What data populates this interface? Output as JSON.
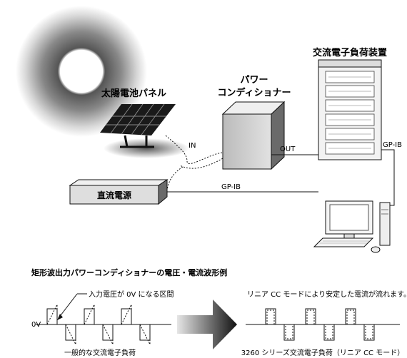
{
  "labels": {
    "solar_panel": "太陽電池パネル",
    "power_conditioner_line1": "パワー",
    "power_conditioner_line2": "コンディショナー",
    "electronic_load": "交流電子負荷装置",
    "dc_supply": "直流電源",
    "in": "IN",
    "out": "OUT",
    "gpib_right": "GP-IB",
    "gpib_bottom": "GP-IB"
  },
  "waveform": {
    "section_title": "矩形波出力パワーコンディショナーの電圧・電流波形例",
    "annotation_left": "入力電圧が 0V になる区間",
    "annotation_right": "リニア CC モードにより安定した電流が流れます。",
    "zero_label": "0V",
    "caption_left": "一般的な交流電子負荷",
    "caption_right": "3260 シリーズ交流電子負荷（リニア CC モード）"
  },
  "colors": {
    "line": "#111111",
    "sun_glow": "#666666",
    "box_fill": "#cccccc",
    "arrow_gradient_dark": "#111111",
    "arrow_gradient_light": "#e6e6e6"
  }
}
